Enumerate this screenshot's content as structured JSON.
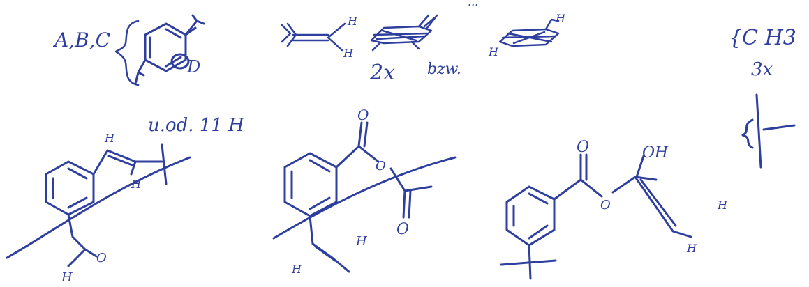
{
  "ink_color": "#2f3f9e",
  "paper_color": "#ffffff",
  "labels": {
    "top_fragment": "...",
    "abc": "A,B,C",
    "d_label": "D",
    "h_1": "H",
    "h_2": "H",
    "h_3": "H",
    "h_4": "H",
    "times_2": "2x",
    "bzw": "bzw.",
    "ch3": "{C H3",
    "times_3": "3x",
    "oder_11h": "u.od. 11 H",
    "m1_h_top": "H",
    "m1_h_bottom": "H",
    "m1_ald_h": "H",
    "m1_ald_o": "O",
    "m2_o_top": "O",
    "m2_o_ester": "O",
    "m2_o_bottom": "O",
    "m2_h_left": "H",
    "m2_h_right": "H",
    "m3_o_top": "O",
    "m3_o_ester": "O",
    "m3_oh": "OH",
    "m3_h_1": "H",
    "m3_h_2": "H"
  }
}
